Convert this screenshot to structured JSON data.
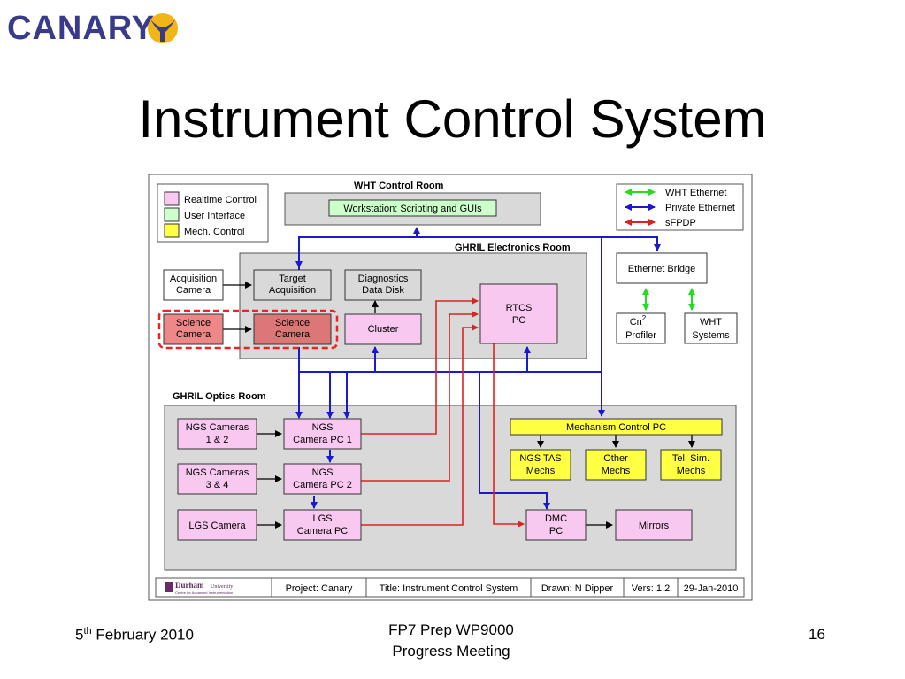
{
  "logo": {
    "text": "CANARY"
  },
  "slide": {
    "title": "Instrument Control System"
  },
  "footer": {
    "date_prefix": "5",
    "date_sup": "th",
    "date_rest": " February 2010",
    "center_line1": "FP7 Prep WP9000",
    "center_line2": "Progress Meeting",
    "page_number": "16"
  },
  "colors": {
    "realtime": "#f8c8f0",
    "user_interface": "#ccffcc",
    "mech": "#ffff44",
    "workstation_fill": "#ccffcc",
    "room_fill": "#d9d9d9",
    "green_arrow": "#22dd22",
    "blue_arrow": "#1a1acc",
    "red_arrow": "#dd2222",
    "science_fill": "#ee7777",
    "science_outline": "#ee2222"
  },
  "legend": {
    "items": [
      "Realtime Control",
      "User Interface",
      "Mech. Control"
    ]
  },
  "link_legend": {
    "items": [
      "WHT Ethernet",
      "Private Ethernet",
      "sFPDP"
    ]
  },
  "rooms": {
    "control_room": "WHT Control Room",
    "electronics_room": "GHRIL Electronics Room",
    "optics_room": "GHRIL Optics Room"
  },
  "boxes": {
    "workstation": "Workstation:  Scripting and GUIs",
    "acquisition_camera": [
      "Acquisition",
      "Camera"
    ],
    "target_acquisition": [
      "Target",
      "Acquisition"
    ],
    "diagnostics": [
      "Diagnostics",
      "Data Disk"
    ],
    "rtcs": [
      "RTCS",
      "PC"
    ],
    "science_camera_left": [
      "Science",
      "Camera"
    ],
    "science_camera_right": [
      "Science",
      "Camera"
    ],
    "cluster": "Cluster",
    "ethernet_bridge": "Ethernet Bridge",
    "cn2_profiler_base": "Cn",
    "cn2_profiler_sup": "2",
    "cn2_profiler_line2": "Profiler",
    "wht_systems": [
      "WHT",
      "Systems"
    ],
    "ngs_cameras_12": [
      "NGS Cameras",
      "1 & 2"
    ],
    "ngs_camera_pc1": [
      "NGS",
      "Camera PC 1"
    ],
    "ngs_cameras_34": [
      "NGS Cameras",
      "3 & 4"
    ],
    "ngs_camera_pc2": [
      "NGS",
      "Camera PC 2"
    ],
    "lgs_camera": "LGS Camera",
    "lgs_camera_pc": [
      "LGS",
      "Camera PC"
    ],
    "mechanism_control_pc": "Mechanism Control PC",
    "ngs_tas_mechs": [
      "NGS TAS",
      "Mechs"
    ],
    "other_mechs": [
      "Other",
      "Mechs"
    ],
    "tel_sim_mechs": [
      "Tel. Sim.",
      "Mechs"
    ],
    "dmc_pc": [
      "DMC",
      "PC"
    ],
    "mirrors": "Mirrors"
  },
  "title_block": {
    "org_name": "Durham",
    "org_suffix": "University",
    "org_sub": "Centre for Advanced Instrumentation",
    "project": "Project: Canary",
    "title": "Title: Instrument Control System",
    "drawn": "Drawn: N Dipper",
    "version": "Vers: 1.2",
    "date": "29-Jan-2010"
  }
}
